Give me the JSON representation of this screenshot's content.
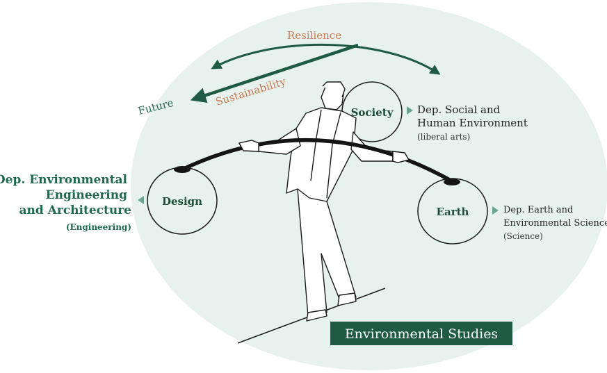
{
  "colors": {
    "background_circle": "#e6f0ec",
    "dark_green": "#1e5a44",
    "accent_green": "#1f6a4e",
    "orange": "#c97b52",
    "pointer_green": "#6aa58f",
    "ink": "#1a1a1a"
  },
  "arrows": {
    "resilience": "Resilience",
    "sustainability": "Sustainability",
    "future": "Future"
  },
  "nodes": {
    "society": "Society",
    "design": "Design",
    "earth": "Earth"
  },
  "departments": {
    "social": {
      "line1": "Dep. Social and",
      "line2": "Human Environment",
      "note": "(liberal arts)"
    },
    "engineering": {
      "line1": "Dep. Environmental",
      "line2": "Engineering",
      "line3": "and Architecture",
      "note": "(Engineering)"
    },
    "earth": {
      "line1": "Dep. Earth and",
      "line2": "Environmental Sciences",
      "note": "(Science)"
    }
  },
  "banner": {
    "label": "Environmental Studies"
  },
  "icons": {
    "pointer": "triangle-pointer-icon",
    "figure": "tightrope-walker-figure"
  }
}
